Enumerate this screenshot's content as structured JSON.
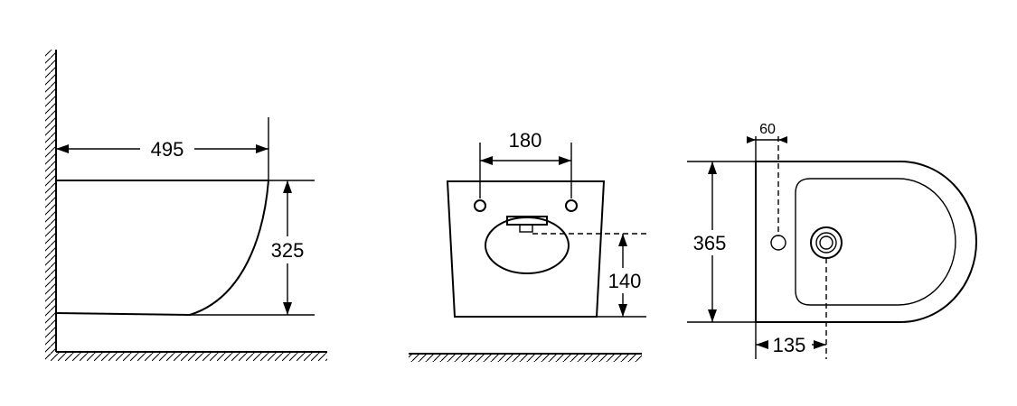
{
  "drawing": {
    "side_view": {
      "width_label": "495",
      "height_label": "325"
    },
    "back_view": {
      "bolt_spacing_label": "180",
      "outlet_height_label": "140"
    },
    "top_view": {
      "length_label": "365",
      "tap_hole_offset_label": "60",
      "drain_offset_label": "135"
    }
  }
}
